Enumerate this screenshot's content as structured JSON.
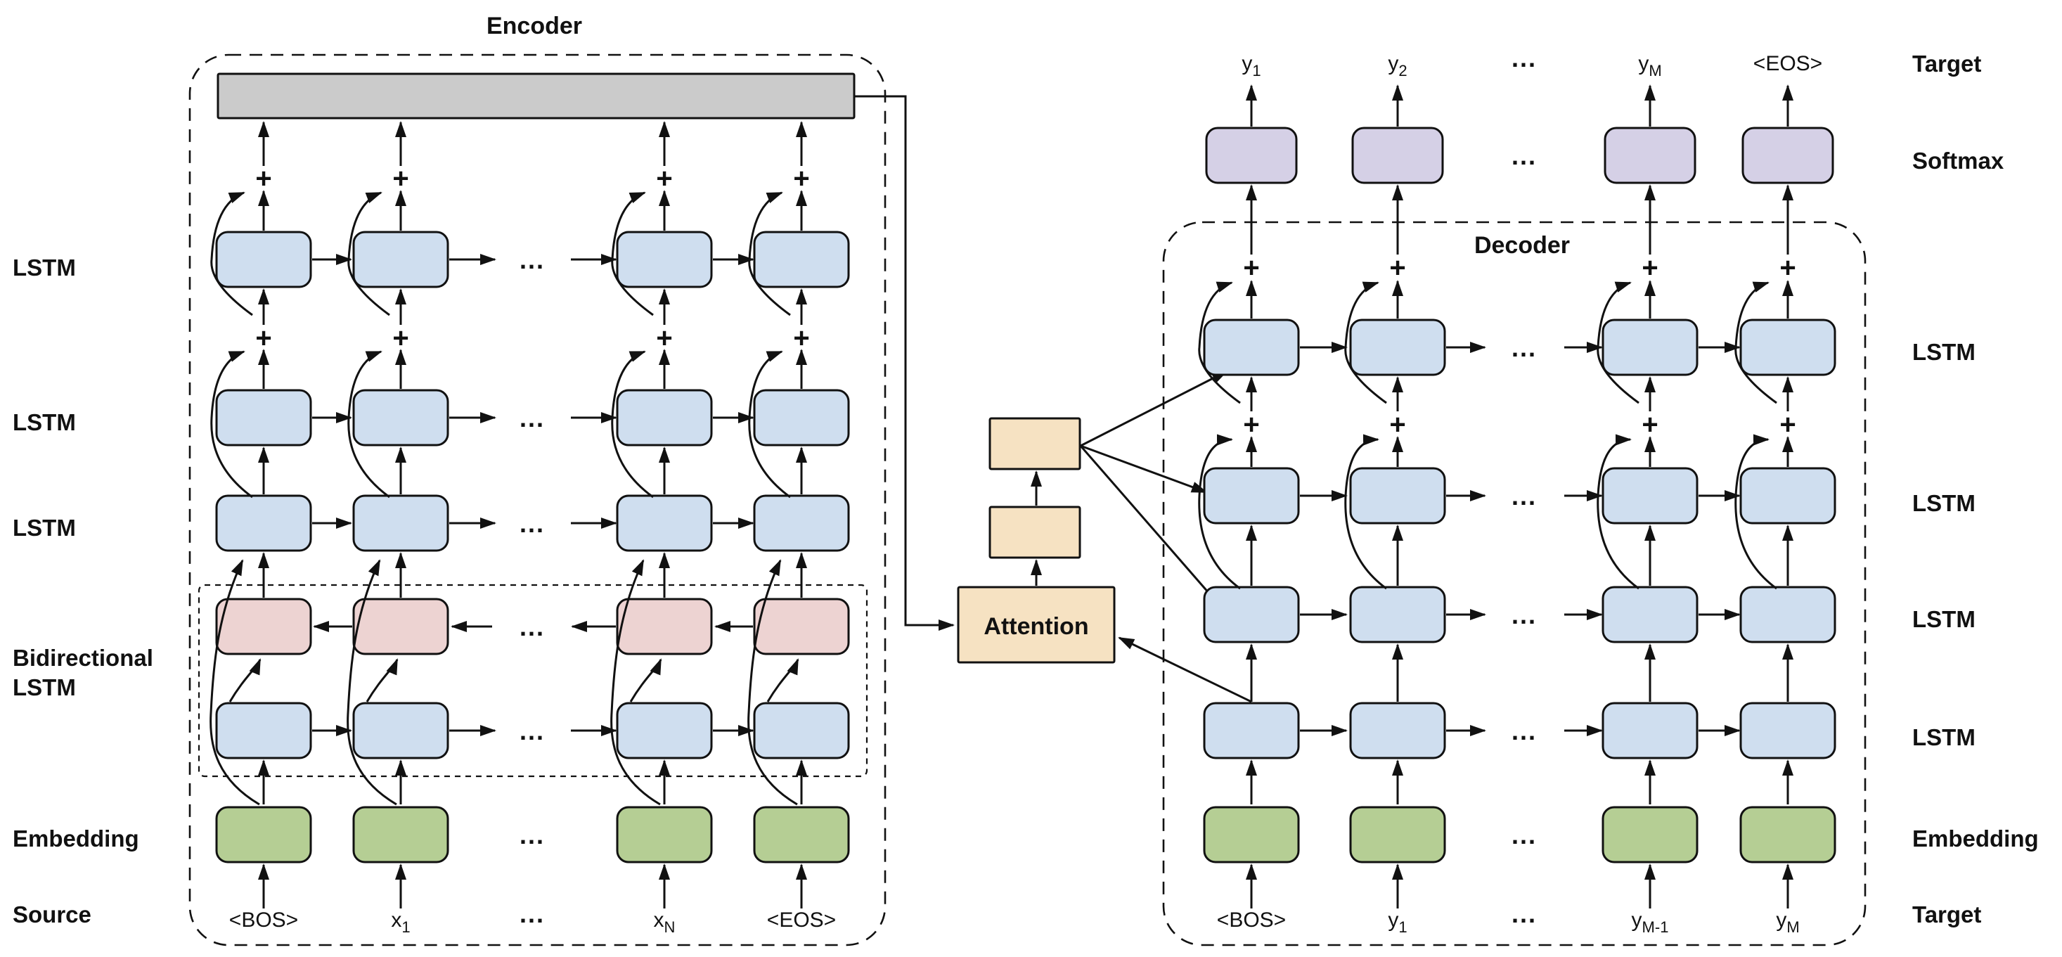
{
  "encoder": {
    "title": "Encoder",
    "labels": {
      "lstm1": "LSTM",
      "lstm2": "LSTM",
      "lstm3": "LSTM",
      "bidi_line1": "Bidirectional",
      "bidi_line2": "LSTM",
      "embedding": "Embedding",
      "source": "Source"
    },
    "inputs": [
      {
        "base": "<BOS>"
      },
      {
        "base": "x",
        "sub": "1"
      },
      {
        "base": "..."
      },
      {
        "base": "x",
        "sub": "N"
      },
      {
        "base": "<EOS>"
      }
    ]
  },
  "decoder": {
    "title": "Decoder",
    "labels": {
      "target_top": "Target",
      "softmax": "Softmax",
      "lstm1": "LSTM",
      "lstm2": "LSTM",
      "lstm3": "LSTM",
      "lstm4": "LSTM",
      "embedding": "Embedding",
      "target_bottom": "Target"
    },
    "outputs": [
      {
        "base": "y",
        "sub": "1"
      },
      {
        "base": "y",
        "sub": "2"
      },
      {
        "base": "..."
      },
      {
        "base": "y",
        "sub": "M"
      },
      {
        "base": "<EOS>"
      }
    ],
    "inputs": [
      {
        "base": "<BOS>"
      },
      {
        "base": "y",
        "sub": "1"
      },
      {
        "base": "..."
      },
      {
        "base": "y",
        "sub": "M-1"
      },
      {
        "base": "y",
        "sub": "M"
      }
    ]
  },
  "attention": {
    "label": "Attention"
  },
  "glyphs": {
    "plus": "+",
    "dots": "..."
  },
  "colors": {
    "lstm_blue": "#cfdeef",
    "backward_pink": "#edd3d2",
    "embedding_green": "#b5ce94",
    "softmax_purple": "#d5d0e6",
    "attention_tan": "#f6e2c2",
    "encoder_bar_gray": "#cbcbcb",
    "stroke": "#111111"
  }
}
